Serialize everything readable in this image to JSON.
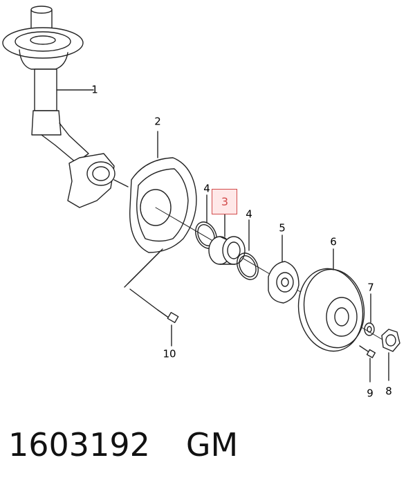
{
  "diagram": {
    "callouts": {
      "strut": "1",
      "backing_plate": "2",
      "bearing": "3",
      "snap_ring_left": "4",
      "snap_ring_right": "4",
      "hub": "5",
      "brake_disc": "6",
      "washer": "7",
      "hub_nut": "8",
      "disc_screw": "9",
      "plate_bolt": "10"
    },
    "highlight_color": "#d24a4a",
    "highlighted_part": "3"
  },
  "footer": {
    "part_number": "1603192",
    "brand": "GM"
  }
}
